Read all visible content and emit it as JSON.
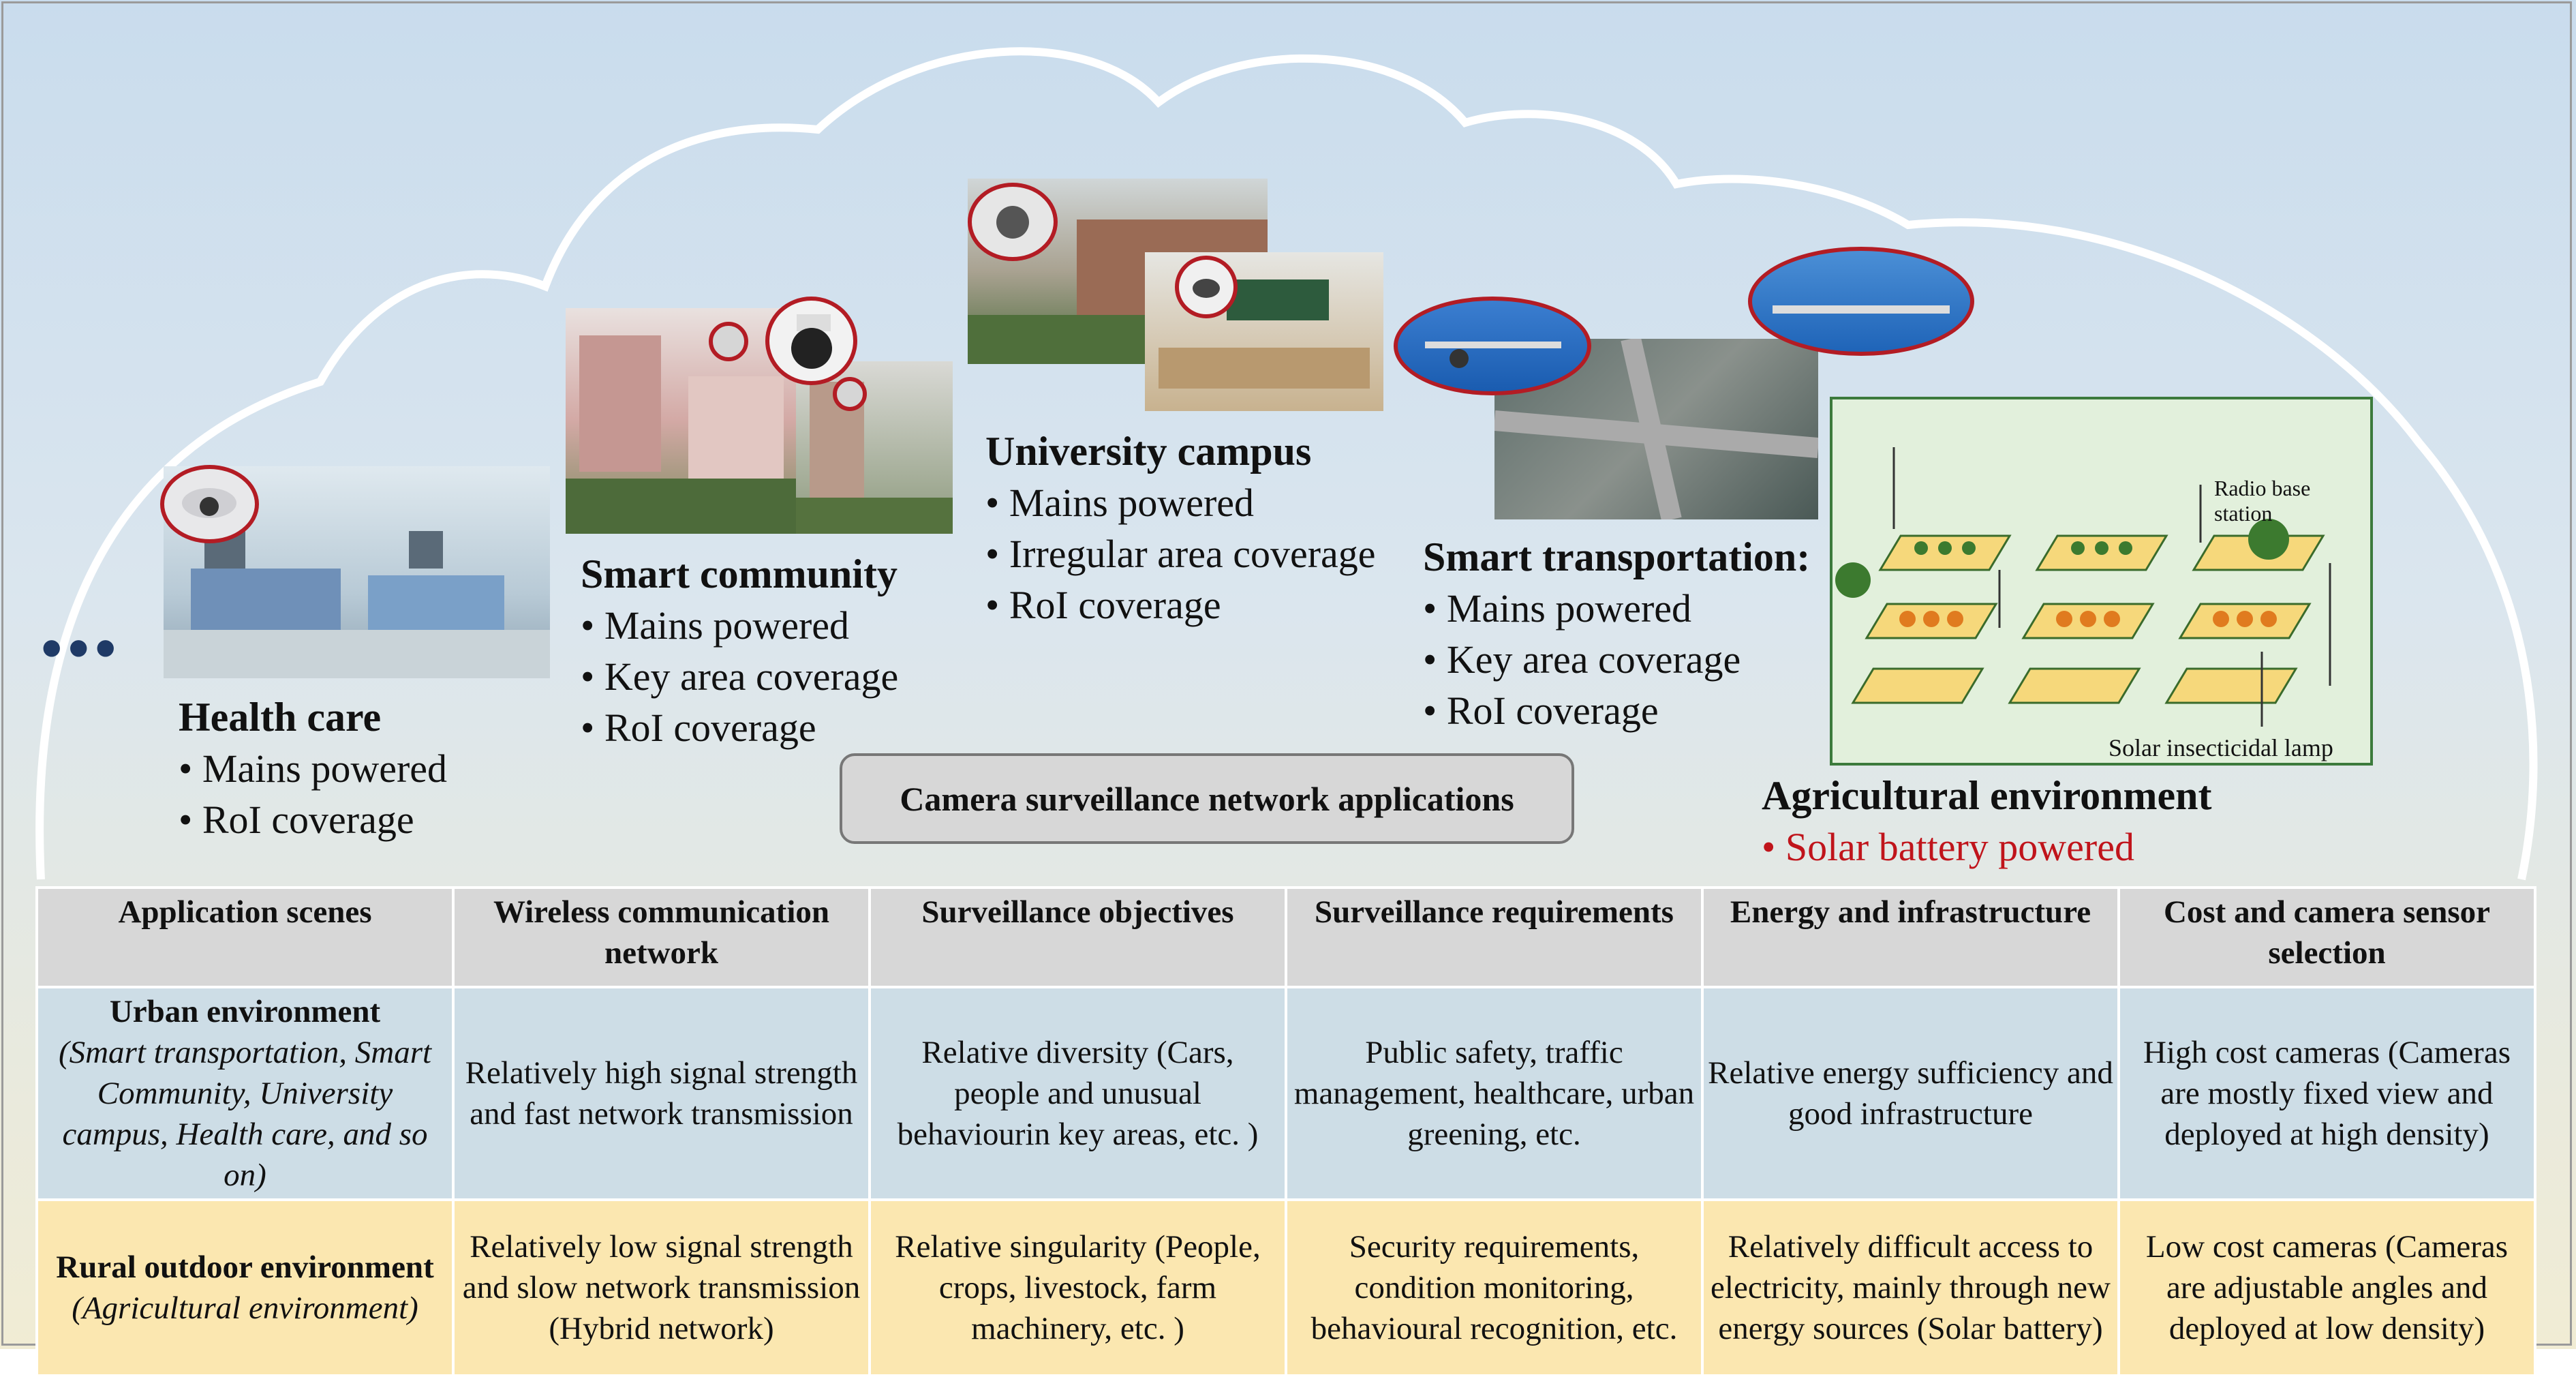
{
  "scenes": {
    "health": {
      "title": "Health care",
      "items": [
        "Mains powered",
        "RoI coverage"
      ]
    },
    "community": {
      "title": "Smart community",
      "items": [
        "Mains powered",
        "Key area coverage",
        "RoI coverage"
      ]
    },
    "campus": {
      "title": "University campus",
      "items": [
        "Mains powered",
        "Irregular area coverage",
        "RoI coverage"
      ]
    },
    "transport": {
      "title": "Smart transportation:",
      "items": [
        "Mains powered",
        "Key area coverage",
        "RoI coverage"
      ]
    },
    "agri": {
      "title": "Agricultural environment",
      "items": [
        "Solar battery powered"
      ]
    }
  },
  "ellipsis": "•••",
  "caption": "Camera surveillance network applications",
  "farm_labels": {
    "radio": "Radio base station",
    "lamp": "Solar insecticidal lamp"
  },
  "table": {
    "headers": [
      "Application scenes",
      "Wireless communication network",
      "Surveillance objectives",
      "Surveillance requirements",
      "Energy and infrastructure",
      "Cost and camera sensor selection"
    ],
    "urban": {
      "scene_title": "Urban environment",
      "scene_sub": "(Smart transportation, Smart Community, University campus, Health care, and so on)",
      "network": "Relatively high signal strength and fast network transmission",
      "objectives": "Relative diversity (Cars, people and unusual behaviourin key areas, etc. )",
      "requirements": "Public safety, traffic management, healthcare, urban greening, etc.",
      "energy": "Relative energy sufficiency and good infrastructure",
      "cost": "High cost cameras (Cameras are mostly fixed view and deployed at high density)"
    },
    "rural": {
      "scene_title": "Rural outdoor environment",
      "scene_sub": "(Agricultural environment)",
      "network": "Relatively low signal strength and slow network transmission (Hybrid network)",
      "objectives": "Relative singularity (People, crops, livestock, farm machinery, etc. )",
      "requirements": "Security requirements, condition monitoring, behavioural recognition, etc.",
      "energy": "Relatively difficult access to electricity, mainly through new energy sources (Solar battery)",
      "cost": "Low cost cameras (Cameras are adjustable angles and deployed at low density)"
    }
  },
  "colors": {
    "accent_red": "#c0141b",
    "header_gray": "#d7d7d7",
    "urban_row": "#cddde6",
    "rural_row": "#fbe7b0"
  }
}
